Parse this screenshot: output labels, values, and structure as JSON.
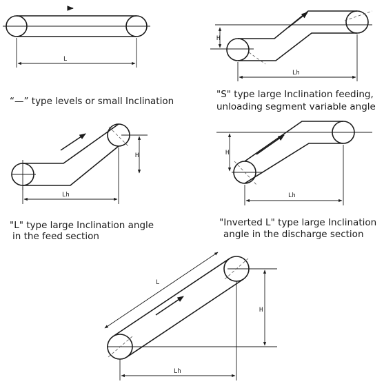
{
  "captions": {
    "horizontal": "“—” type levels or small Inclination",
    "s_type_line1": "\"S\" type large Inclination feeding,",
    "s_type_line2": "unloading segment variable angle",
    "l_type_line1": "\"L\" type large Inclination angle",
    "l_type_line2": "in the feed section",
    "inverted_l_line1": "\"Inverted L\" type large Inclination",
    "inverted_l_line2": "angle in the discharge section"
  },
  "dimension_labels": {
    "length": "L",
    "horizontal_length": "Lh",
    "height": "H"
  }
}
